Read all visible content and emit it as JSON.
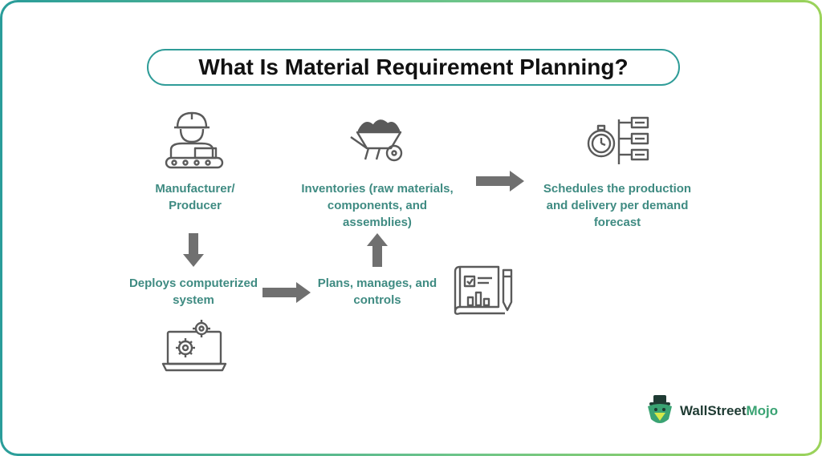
{
  "title": "What Is Material Requirement Planning?",
  "nodes": {
    "manufacturer": "Manufacturer/ Producer",
    "deploys": "Deploys computerized system",
    "plans": "Plans, manages, and controls",
    "inventories": "Inventories (raw materials, components, and assemblies)",
    "schedules": "Schedules the production and delivery per demand forecast"
  },
  "logo": {
    "part1": "Wall",
    "part2": "Street",
    "part3": "Mojo"
  },
  "colors": {
    "label": "#3f8b82",
    "icon": "#5a5a5a",
    "arrow": "#707070",
    "border": "#2f9c98",
    "logo_green": "#3aa373"
  },
  "icons": [
    "worker-icon",
    "wheelbarrow-icon",
    "stopwatch-schedule-icon",
    "blueprint-icon",
    "laptop-gears-icon",
    "wallstreetmojo-logo-icon"
  ]
}
